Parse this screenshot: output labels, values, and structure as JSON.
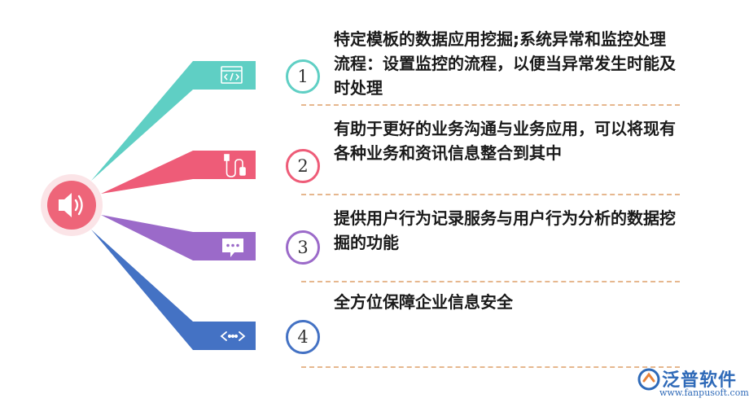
{
  "colors": {
    "teal": "#5fcfc4",
    "red": "#ee5c78",
    "purple": "#9b6ac9",
    "blue": "#4472c4",
    "speaker_bg": "#ee6579",
    "speaker_ring": "#fbe4e7",
    "divider": "#e6b78e",
    "logo": "#2f6ab8"
  },
  "center_icon": "speaker-icon",
  "items": [
    {
      "number": "1",
      "icon": "code-window-icon",
      "text": "特定模板的数据应用挖掘;系统异常和监控处理流程：设置监控的流程，以便当异常发生时能及时处理"
    },
    {
      "number": "2",
      "icon": "usb-cable-icon",
      "text": "有助于更好的业务沟通与业务应用，可以将现有各种业务和资讯信息整合到其中"
    },
    {
      "number": "3",
      "icon": "chat-bubble-icon",
      "text": "提供用户行为记录服务与用户行为分析的数据挖掘的功能"
    },
    {
      "number": "4",
      "icon": "code-arrows-icon",
      "text": "全方位保障企业信息安全"
    }
  ],
  "logo": {
    "name": "泛普软件",
    "url": "www.fanpusoft.com"
  }
}
